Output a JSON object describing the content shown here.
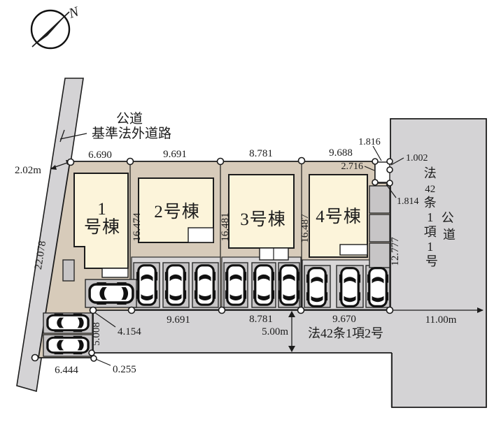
{
  "colors": {
    "lot": "#d7cbba",
    "building": "#fcf4da",
    "road": "#d4d3d5",
    "parking_box": "#c7c5c6",
    "line": "#1c1c1c",
    "background": "#ffffff"
  },
  "compass": {
    "north_label": "N"
  },
  "left_road": {
    "name_line1": "公道",
    "name_line2": "基準法外道路",
    "width": "2.02m",
    "frontage": "22.078"
  },
  "top_dims": {
    "d1": "6.690",
    "d2": "9.691",
    "d3": "8.781",
    "d4": "9.688"
  },
  "corner_dims": {
    "a": "1.816",
    "b": "2.716",
    "c": "1.002",
    "d": "1.814"
  },
  "right_road": {
    "law": [
      "法",
      "42",
      "条",
      "1",
      "項",
      "1",
      "号"
    ],
    "name": [
      "公",
      "道"
    ],
    "width": "11.00m",
    "east_boundary": "12.777"
  },
  "bottom_road": {
    "law": "法42条1項2号",
    "width": "5.00m"
  },
  "bottom_dims": {
    "d4154": "4.154",
    "d9691": "9.691",
    "d8781": "8.781",
    "d9670": "9.670",
    "d5008": "5.008",
    "d6444": "6.444",
    "d0255": "0.255"
  },
  "buildings": {
    "b1": {
      "line1": "1",
      "line2": "号棟"
    },
    "b2": {
      "label": "2号棟",
      "west_depth": "16.474"
    },
    "b3": {
      "label": "3号棟",
      "west_depth": "16.481"
    },
    "b4": {
      "label": "4号棟",
      "west_depth": "16.487"
    }
  }
}
